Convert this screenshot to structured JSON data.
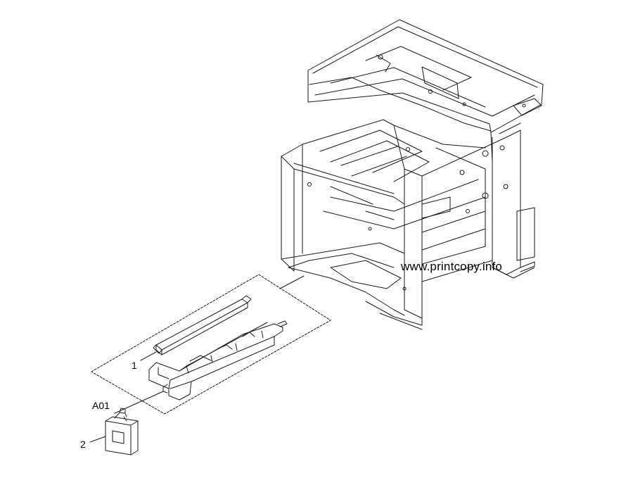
{
  "watermark": "www.printcopy.info",
  "callouts": {
    "part_1": "1",
    "assembly_a01": "A01",
    "part_2": "2"
  },
  "colors": {
    "line": "#1a1a1a",
    "background": "#ffffff"
  }
}
